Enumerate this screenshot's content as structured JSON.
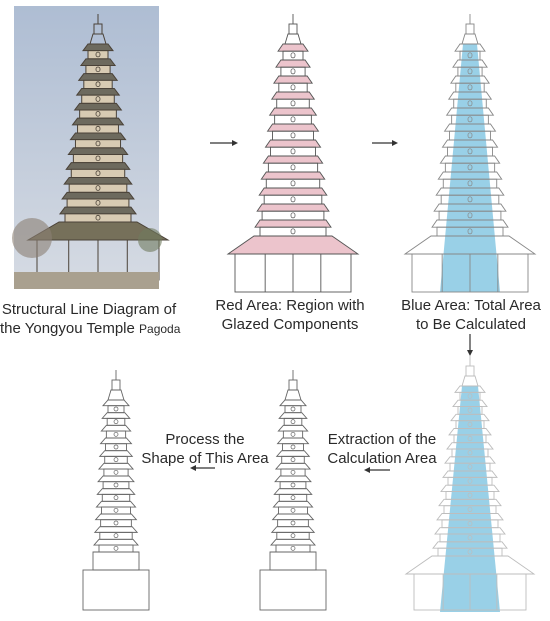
{
  "captions": {
    "photo_line1": "Structural Line Diagram of",
    "photo_line2_main": "the Yongyou Temple ",
    "photo_line2_small": "Pagoda",
    "red_line1": "Red Area: Region with",
    "red_line2": "Glazed Components",
    "blue_line1": "Blue Area: Total Area",
    "blue_line2": "to Be Calculated",
    "process_line1": "Process the",
    "process_line2": "Shape of This Area",
    "extract_line1": "Extraction of the",
    "extract_line2": "Calculation Area"
  },
  "colors": {
    "glazed_red": "#ecc4cc",
    "calc_blue": "#8ecbe4",
    "outline": "#555555",
    "faint_outline": "#bdbdbd",
    "sky": "#b9c6d8",
    "brick": "#8f8474"
  },
  "icons": {
    "arrow": "right-arrow-icon",
    "down_arrow": "down-arrow-icon",
    "left_arrow": "left-arrow-icon"
  }
}
